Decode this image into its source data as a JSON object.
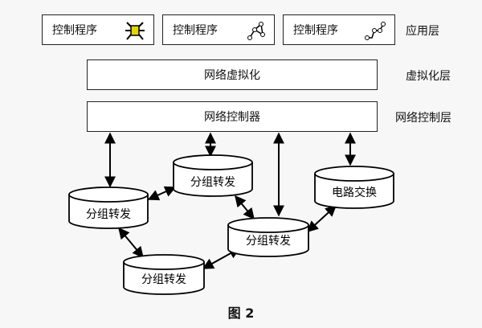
{
  "app_layer": {
    "apps": [
      {
        "label": "控制程序",
        "icon": "bug-icon"
      },
      {
        "label": "控制程序",
        "icon": "graph-icon"
      },
      {
        "label": "控制程序",
        "icon": "path-icon"
      }
    ],
    "layer_label": "应用层"
  },
  "virtualization": {
    "box_label": "网络虚拟化",
    "layer_label": "虚拟化层"
  },
  "controller": {
    "box_label": "网络控制器",
    "layer_label": "网络控制层"
  },
  "nodes": [
    {
      "id": "n1",
      "label": "分组转发"
    },
    {
      "id": "n2",
      "label": "分组转发"
    },
    {
      "id": "n3",
      "label": "分组转发"
    },
    {
      "id": "n4",
      "label": "分组转发"
    },
    {
      "id": "n5",
      "label": "电路交换"
    }
  ],
  "caption": "图 2"
}
